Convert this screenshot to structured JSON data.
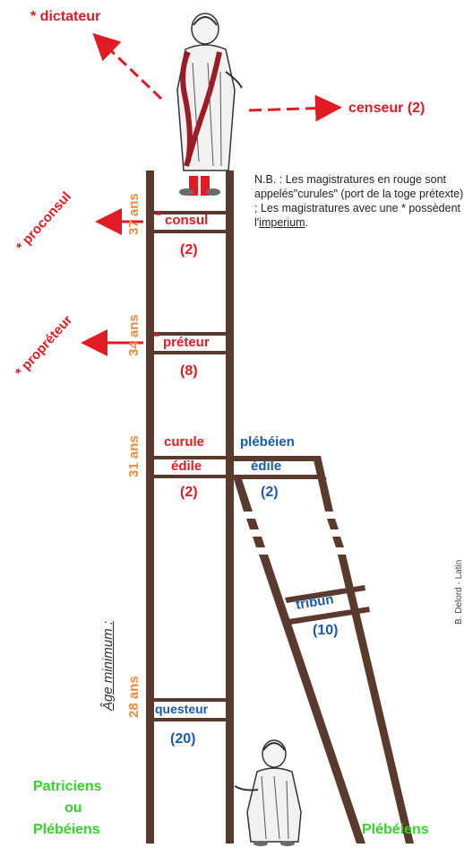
{
  "top_roles": {
    "dictateur": "* dictateur",
    "censeur": "censeur (2)"
  },
  "note": {
    "line1": "N.B. : Les magistratures en rouge sont appelés\"curules\" (port de la toge prétexte) ;",
    "line2_prefix": "Les magistratures avec une * possèdent l'",
    "line2_underlined": "imperium",
    "line2_suffix": "."
  },
  "ages": {
    "a37": "37 ans",
    "a34": "34 ans",
    "a31": "31 ans",
    "a28": "28 ans",
    "label": "Âge minimum :"
  },
  "promagistrates": {
    "proconsul": "* proconsul",
    "propreteur": "* propréteur"
  },
  "magistratures": {
    "consul": "consul",
    "consul_star": "*",
    "consul_count": "(2)",
    "preteur": "préteur",
    "preteur_star": "*",
    "preteur_count": "(8)",
    "curule_line1": "curule",
    "curule_line2": "édile",
    "curule_count": "(2)",
    "plebeien_line1": "plébéien",
    "plebeien_line2": "édile",
    "plebeien_count": "(2)",
    "tribun": "tribun",
    "tribun_count": "(10)",
    "questeur": "questeur",
    "questeur_count": "(20)"
  },
  "bottom": {
    "patriciens_line1": "Patriciens",
    "patriciens_line2": "ou",
    "patriciens_line3": "Plébéiens",
    "plebeiens": "Plébéiens"
  },
  "credit": "B. Delord - Latin",
  "colors": {
    "ladder": "#5b3a2e",
    "curule_red": "#e01b24",
    "plebeian_blue": "#1a5aa6",
    "age_orange": "#f08a3c",
    "access_green": "#36d12c"
  }
}
